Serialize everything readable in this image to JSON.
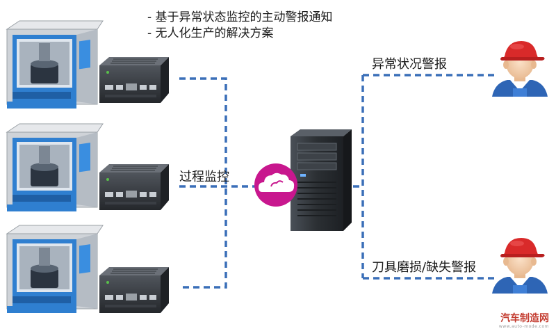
{
  "bullets": [
    "- 基于异常状态监控的主动警报通知",
    "- 无人化生产的解决方案"
  ],
  "labels": {
    "process_monitoring": "过程监控",
    "anomaly_alert": "异常状况警报",
    "tool_alert": "刀具磨损/缺失警报"
  },
  "watermark": {
    "main": "汽车制造网",
    "sub": "www.auto-mode.com"
  },
  "colors": {
    "connector": "#3a6fb8",
    "machine_blue": "#2f7fd0",
    "machine_gray": "#c9ced4",
    "cloud_badge": "#c8178e",
    "server": "#2b2f33",
    "worker_cap": "#d92a2a",
    "worker_shirt": "#2e65b5"
  },
  "icons": [
    "cnc-machine-icon",
    "controller-box-icon",
    "server-tower-icon",
    "cloud-icon",
    "worker-icon"
  ]
}
